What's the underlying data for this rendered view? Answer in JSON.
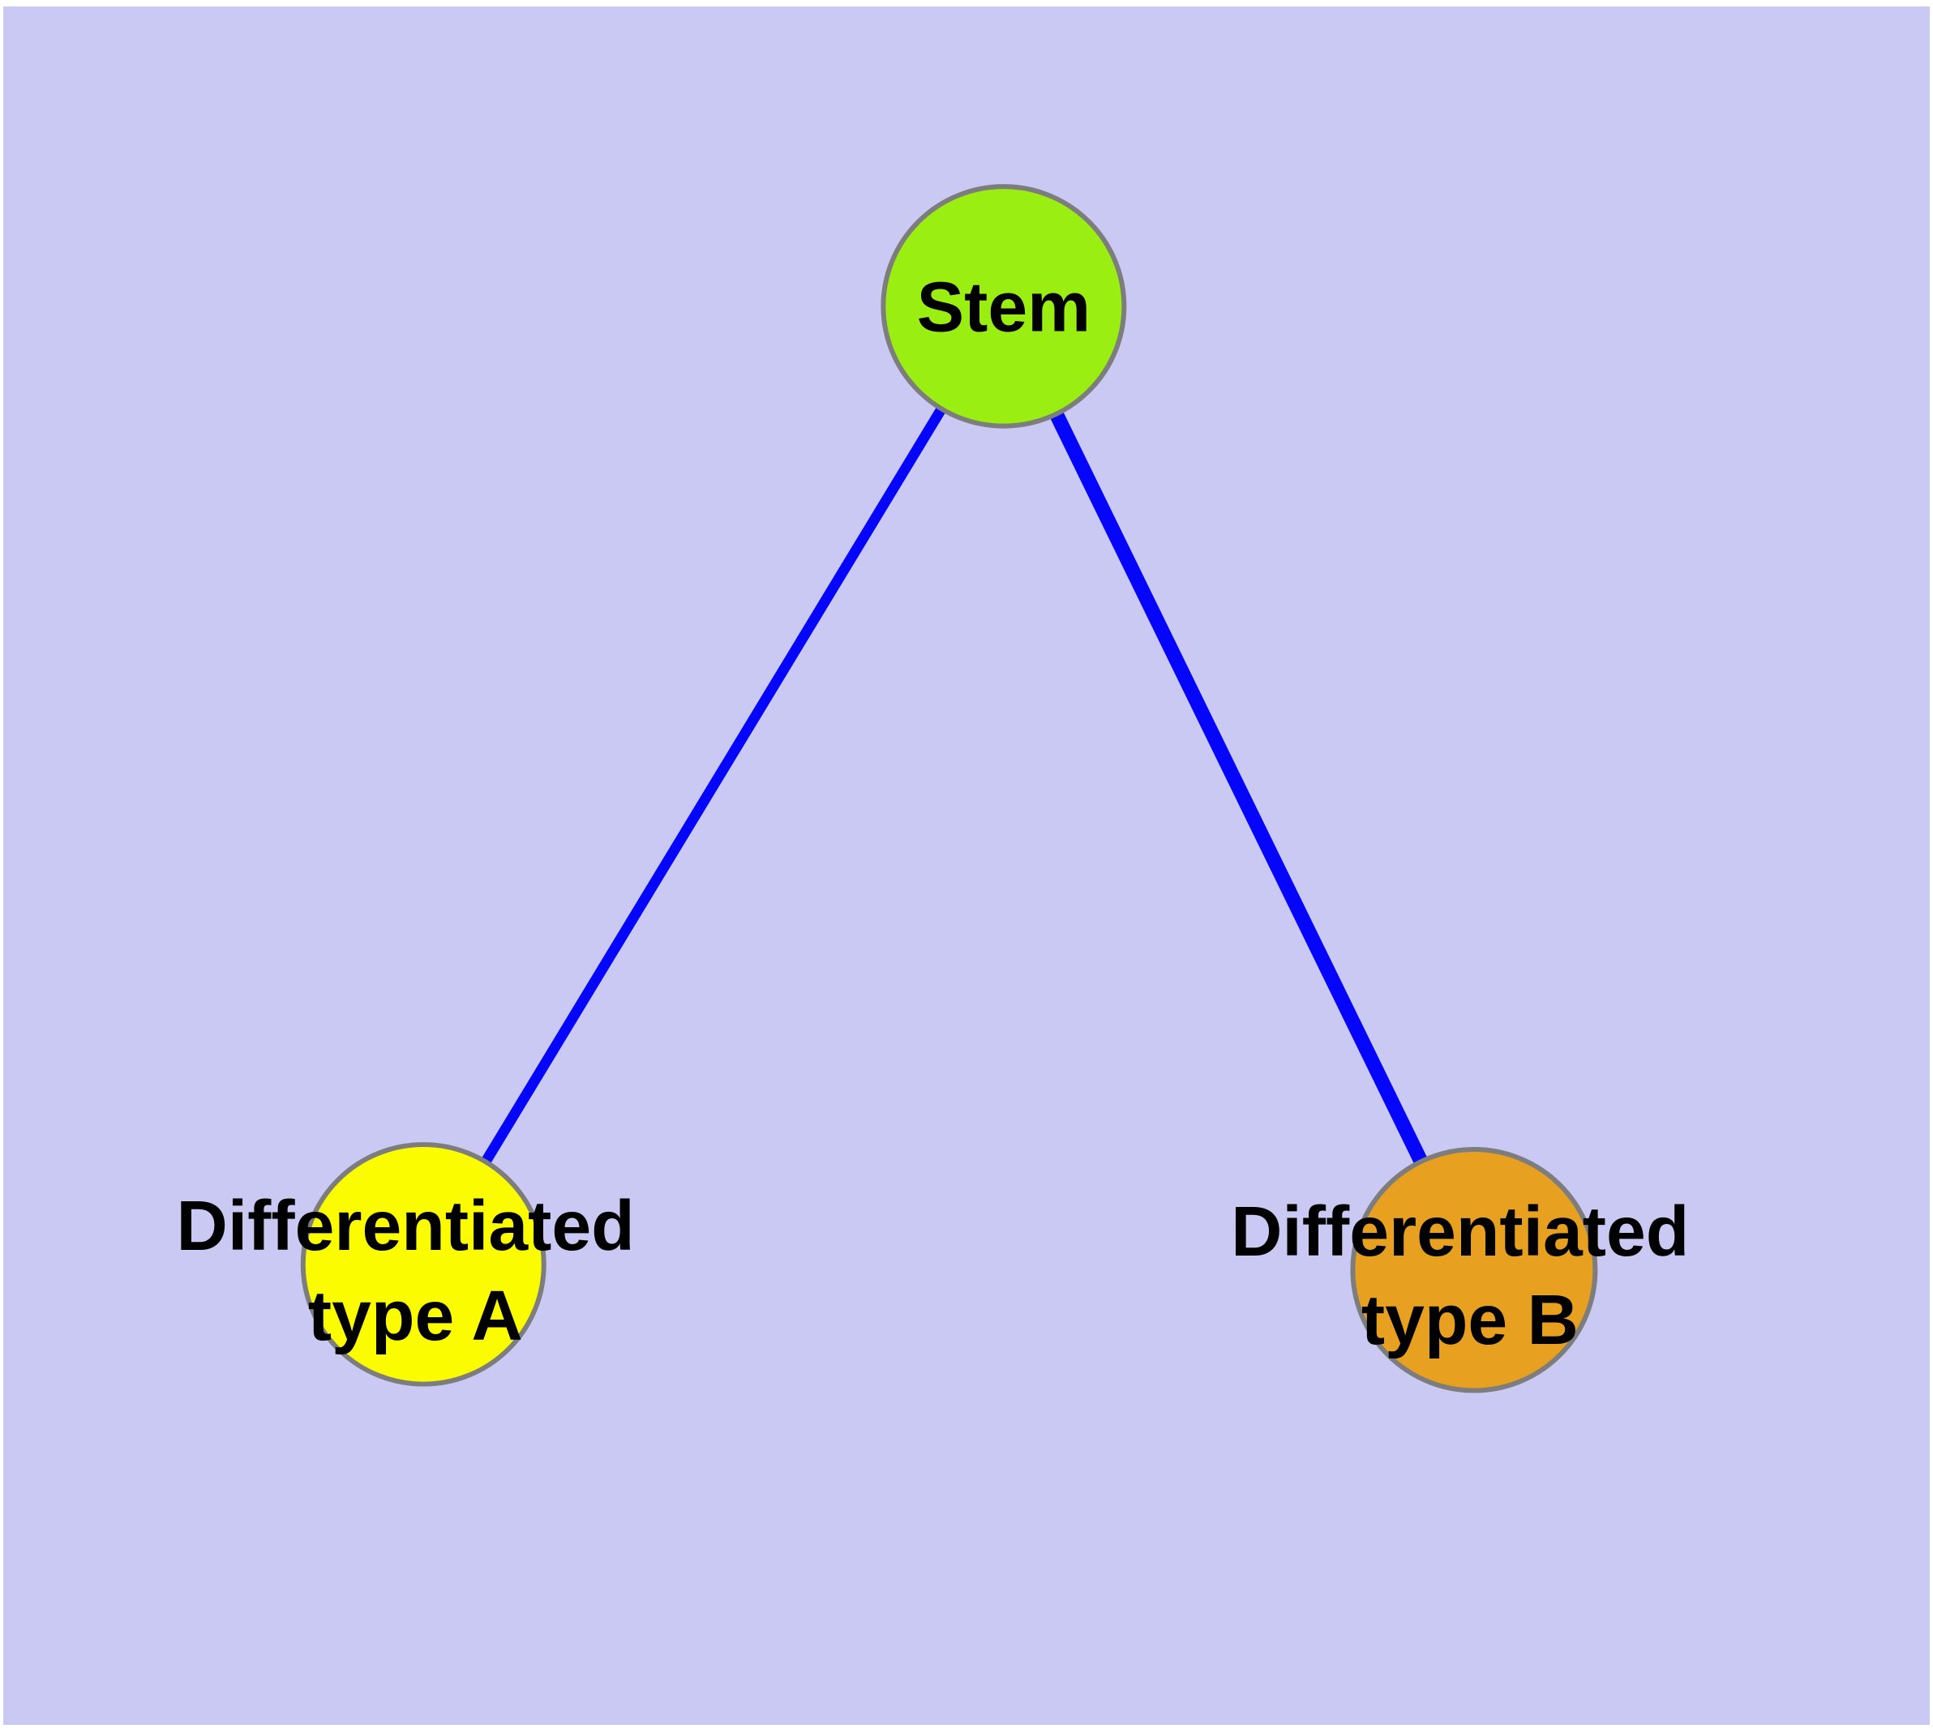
{
  "diagram": {
    "type": "node-link-graph",
    "background_color": "#C9C9F3",
    "page_margin_color": "#FFFFFF",
    "edge_color": "#0505FC",
    "node_border_color": "#7D7D7D",
    "label_color": "#000000",
    "nodes": [
      {
        "id": "stem",
        "label": "Stem",
        "label_lines": [
          "Stem",
          ""
        ],
        "color": "#9AEE11"
      },
      {
        "id": "differentiated-type-a",
        "label": "Differentiated type A",
        "label_lines": [
          "Differentiated",
          "type A"
        ],
        "color": "#FCFC00"
      },
      {
        "id": "differentiated-type-b",
        "label": "Differentiated type B",
        "label_lines": [
          "Differentiated",
          "type B"
        ],
        "color": "#E8A021"
      }
    ],
    "edges": [
      {
        "from": "Stem",
        "to": "Differentiated type A"
      },
      {
        "from": "Stem",
        "to": "Differentiated type B"
      }
    ]
  }
}
